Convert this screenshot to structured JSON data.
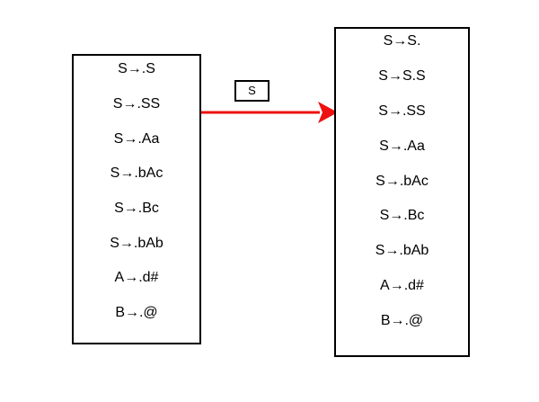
{
  "source_state": {
    "items": [
      "S→.S",
      "S→.SS",
      "S→.Aa",
      "S→.bAc",
      "S→.Bc",
      "S→.bAb",
      "A→.d#",
      "B→.@"
    ]
  },
  "transition": {
    "symbol": "S",
    "arrow_color": "#ee1111"
  },
  "target_state": {
    "items": [
      "S→S.",
      "S→S.S",
      "S→.SS",
      "S→.Aa",
      "S→.bAc",
      "S→.Bc",
      "S→.bAb",
      "A→.d#",
      "B→.@"
    ]
  }
}
